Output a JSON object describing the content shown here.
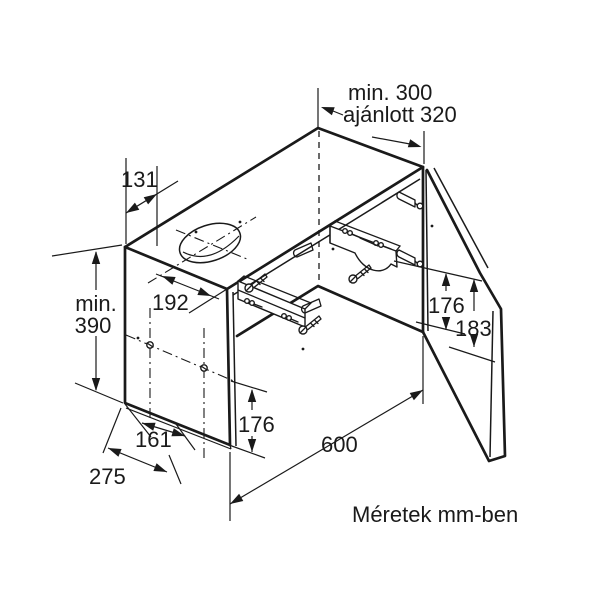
{
  "caption": "Méretek mm-ben",
  "dimensions": {
    "depth_min": "min. 300",
    "depth_recommended": "ajánlott 320",
    "top_offset": "131",
    "height_min_label": "min.",
    "height_min_value": "390",
    "vent_offset": "192",
    "front_height": "176",
    "inner_height": "176",
    "door_height": "183",
    "bottom_inner": "161",
    "bottom_outer": "275",
    "cabinet_width": "600"
  },
  "colors": {
    "line": "#1a1a1a",
    "background": "#ffffff"
  }
}
